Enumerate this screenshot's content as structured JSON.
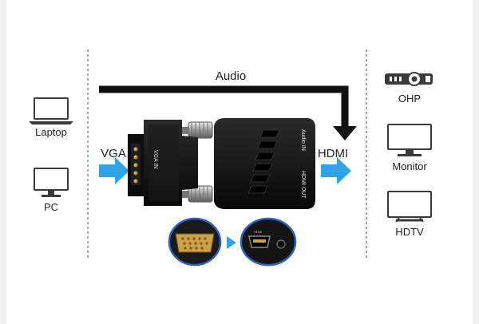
{
  "labels": {
    "audio": "Audio",
    "vga": "VGA",
    "hdmi": "HDMI",
    "laptop": "Laptop",
    "pc": "PC",
    "ohp": "OHP",
    "monitor": "Monitor",
    "hdtv": "HDTV",
    "vga_in": "VGA IN",
    "audio_in": "Audio IN",
    "hdmi_out": "HDMI OUT"
  },
  "icons": {
    "laptop": "laptop-icon",
    "pc": "pc-monitor-icon",
    "ohp": "projector-icon",
    "monitor": "monitor-icon",
    "hdtv": "tv-icon"
  },
  "colors": {
    "arrow_blue": "#2fa3e6",
    "adapter_black": "#121212",
    "gold": "#c9a24a",
    "divider": "#666666"
  }
}
